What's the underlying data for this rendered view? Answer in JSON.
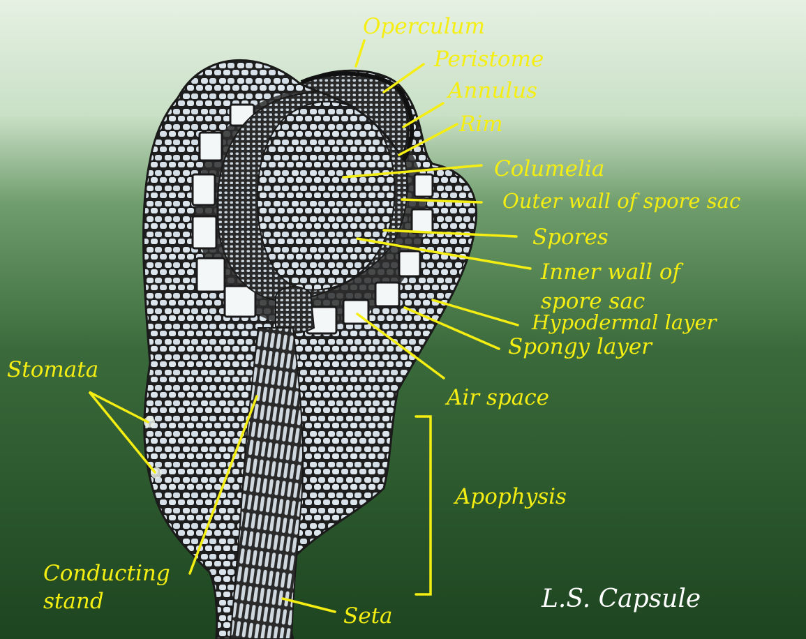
{
  "title": "L.S. Capsule",
  "colors": {
    "label": "#f5ee12",
    "title": "#ffffff",
    "background_top": "#d6ebd2",
    "background_bottom": "#1f4a22",
    "cell_wall": "#2b2b2b",
    "cell_fill": "#d9e2e9"
  },
  "labels": {
    "operculum": "Operculum",
    "peristome": "Peristome",
    "annulus": "Annulus",
    "rim": "Rim",
    "columella": "Columelia",
    "outer_wall": "Outer wall of spore sac",
    "spores": "Spores",
    "inner_wall_line1": "Inner wall of",
    "inner_wall_line2": "spore sac",
    "hypodermal": "Hypodermal layer",
    "spongy": "Spongy layer",
    "air_space": "Air space",
    "stomata": "Stomata",
    "apophysis": "Apophysis",
    "conducting_line1": "Conducting",
    "conducting_line2": "stand",
    "seta": "Seta"
  }
}
